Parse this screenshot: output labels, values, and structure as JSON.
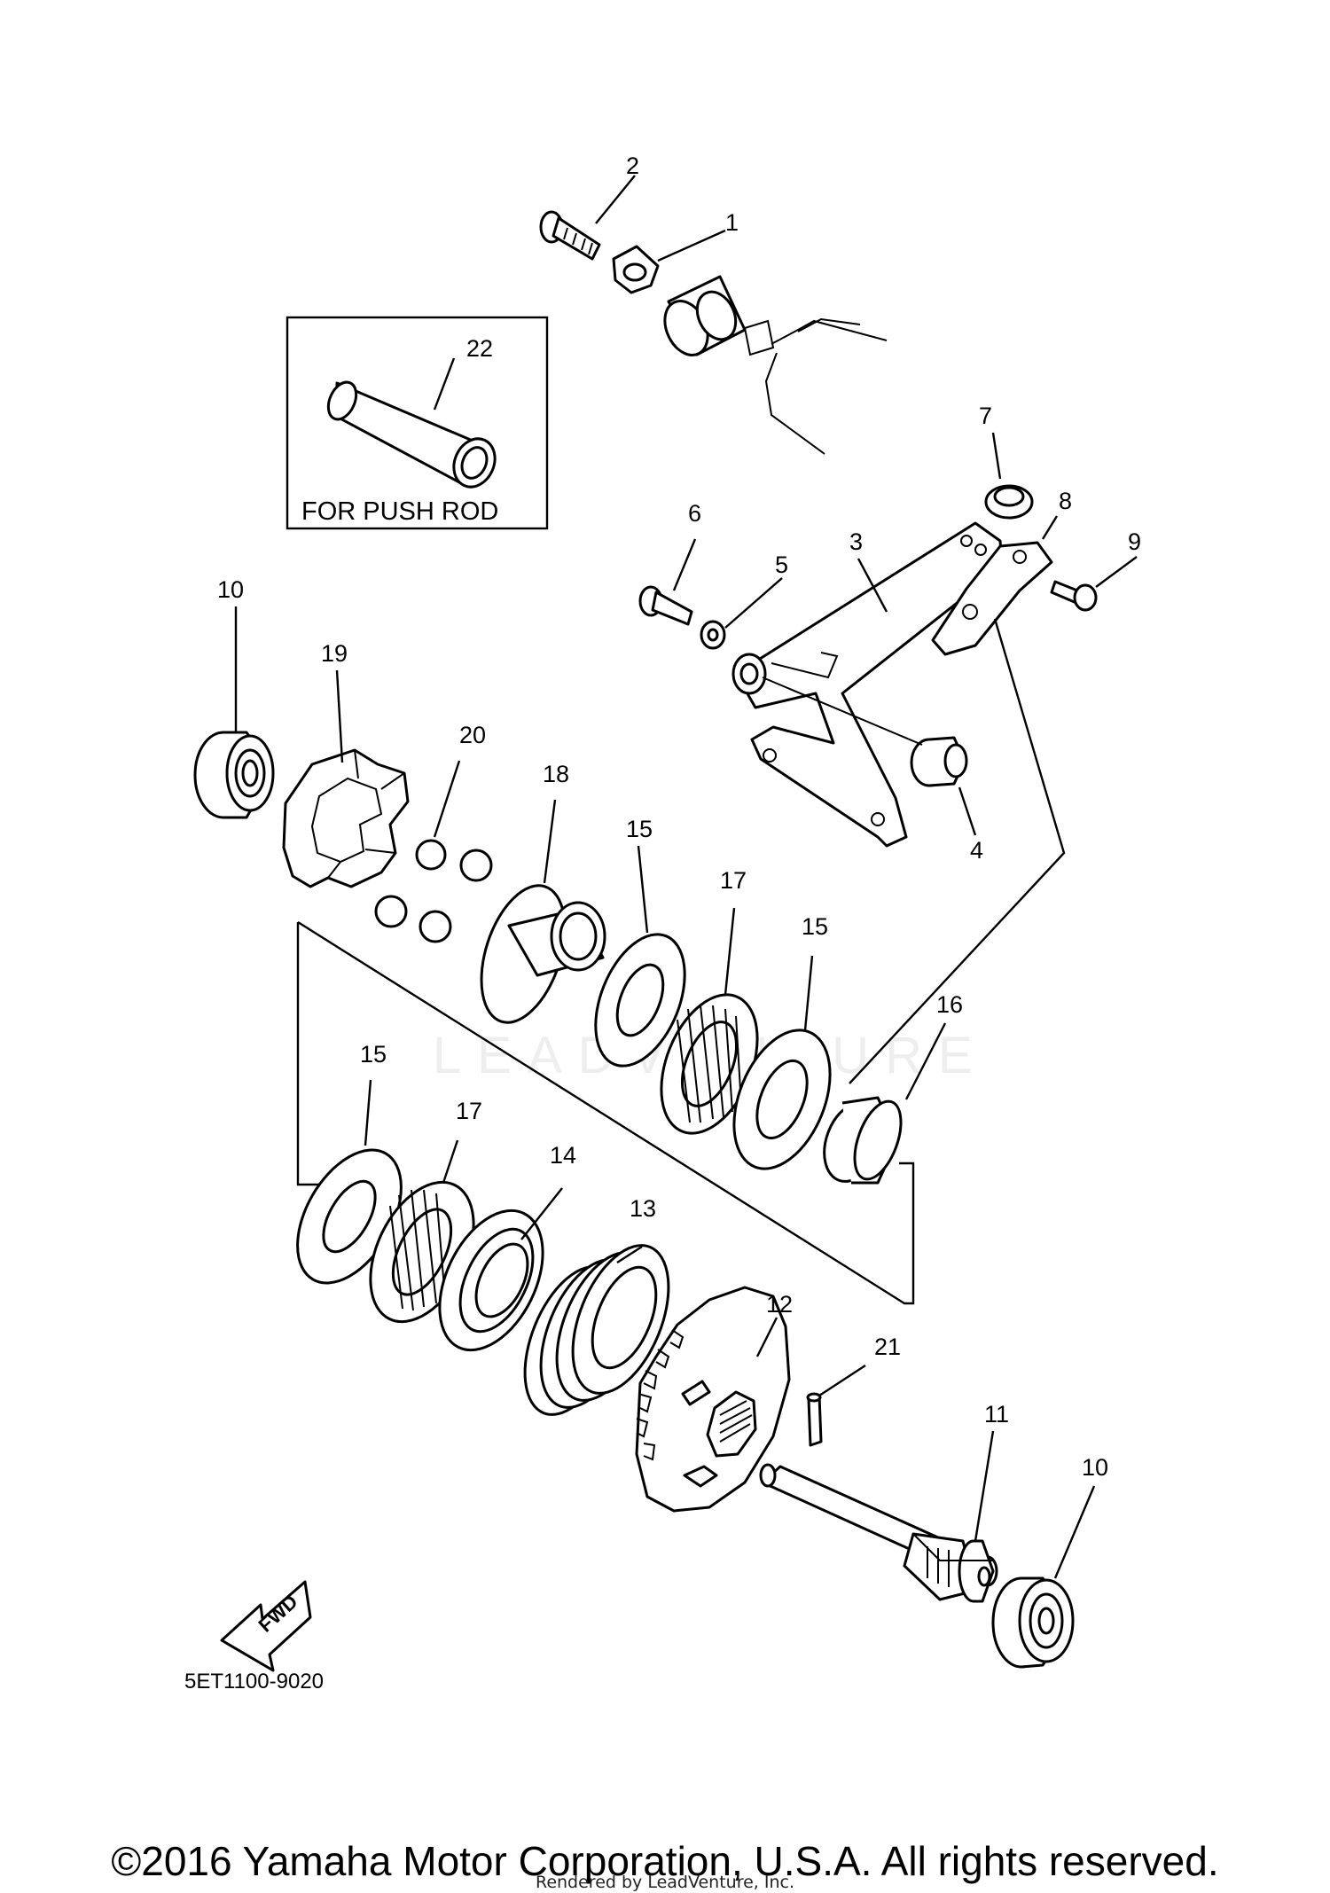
{
  "diagram": {
    "drawing_code": "5ET1100-9020",
    "inset_label": "FOR PUSH ROD",
    "direction_label": "FWD",
    "watermark": "LEADVENTURE",
    "copyright": "©2016 Yamaha Motor Corporation, U.S.A. All rights reserved.",
    "rendered_by": "Rendered by LeadVenture, Inc."
  },
  "callouts": [
    "1",
    "2",
    "3",
    "4",
    "5",
    "6",
    "7",
    "8",
    "9",
    "10",
    "10",
    "11",
    "12",
    "13",
    "14",
    "15",
    "15",
    "15",
    "16",
    "17",
    "17",
    "18",
    "19",
    "20",
    "21",
    "22"
  ]
}
